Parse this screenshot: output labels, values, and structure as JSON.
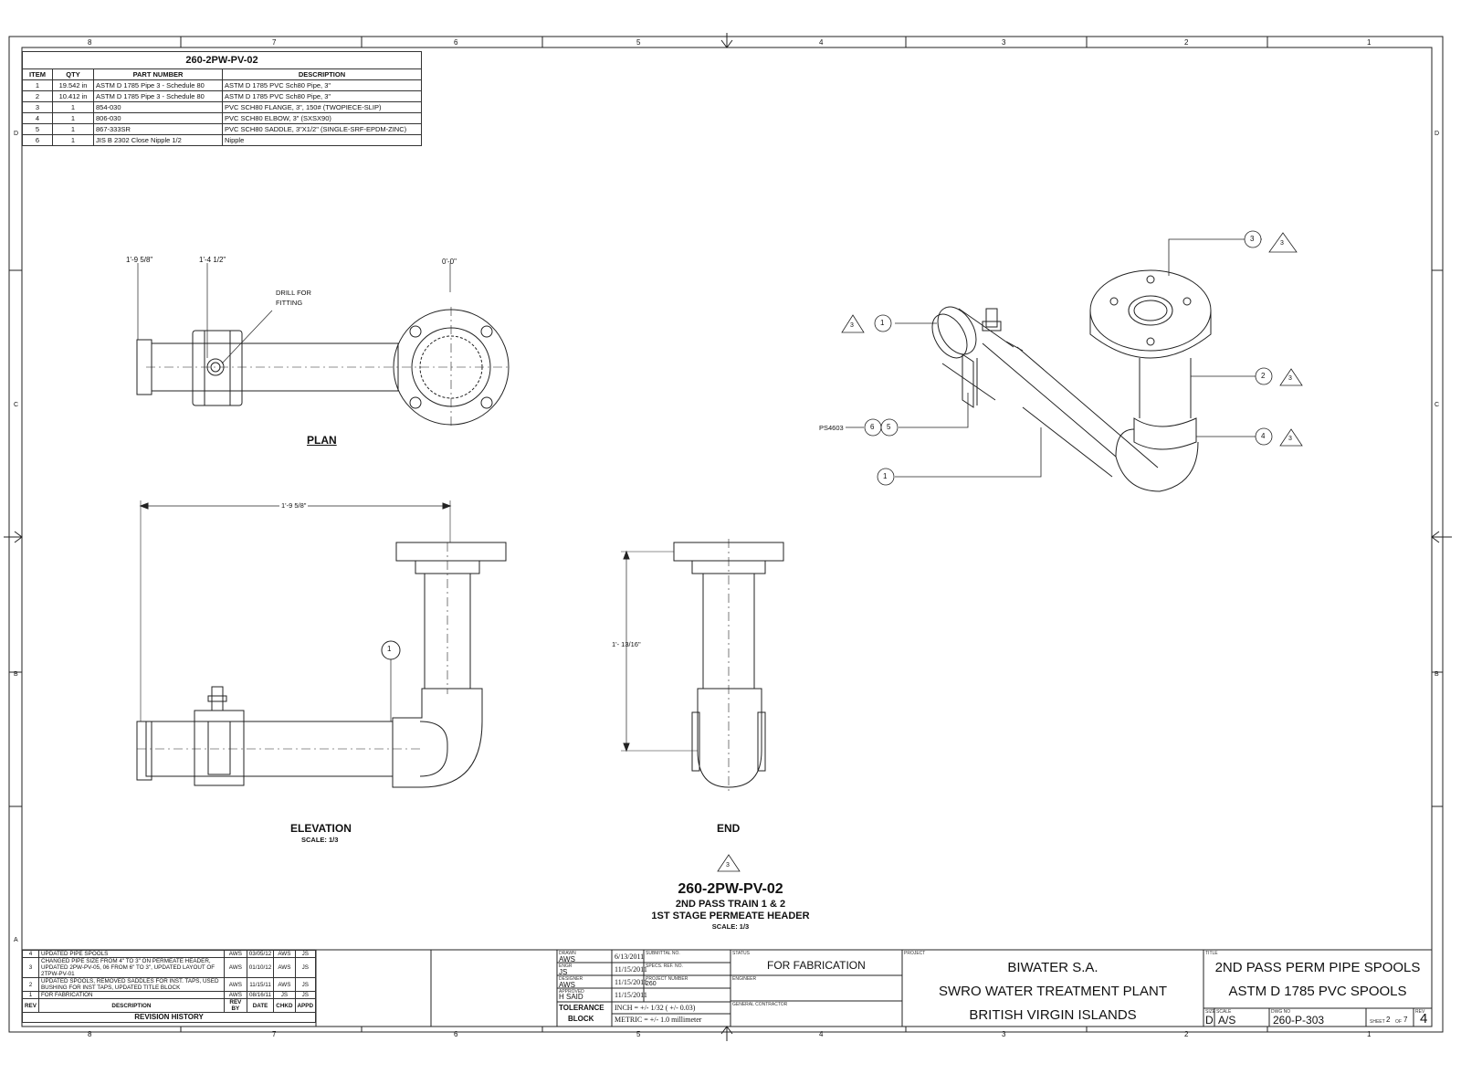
{
  "zones": {
    "columns": [
      "8",
      "7",
      "6",
      "5",
      "4",
      "3",
      "2",
      "1"
    ],
    "rows": [
      "D",
      "C",
      "B",
      "A"
    ]
  },
  "bom": {
    "title": "260-2PW-PV-02",
    "headers": [
      "ITEM",
      "QTY",
      "PART NUMBER",
      "DESCRIPTION"
    ],
    "rows": [
      {
        "item": "1",
        "qty": "19.542 in",
        "part": "ASTM D 1785 Pipe 3 - Schedule 80",
        "desc": "ASTM D 1785 PVC Sch80 Pipe, 3\""
      },
      {
        "item": "2",
        "qty": "10.412 in",
        "part": "ASTM D 1785 Pipe 3 - Schedule 80",
        "desc": "ASTM D 1785 PVC Sch80 Pipe, 3\""
      },
      {
        "item": "3",
        "qty": "1",
        "part": "854-030",
        "desc": "PVC SCH80 FLANGE, 3\", 150# (TWOPIECE-SLIP)"
      },
      {
        "item": "4",
        "qty": "1",
        "part": "806-030",
        "desc": "PVC SCH80 ELBOW, 3\" (SXSX90)"
      },
      {
        "item": "5",
        "qty": "1",
        "part": "867-333SR",
        "desc": "PVC SCH80 SADDLE, 3\"X1/2\" (SINGLE-SRF-EPDM-ZINC)"
      },
      {
        "item": "6",
        "qty": "1",
        "part": "JIS B 2302 Close Nipple 1/2",
        "desc": "Nipple"
      }
    ]
  },
  "plan": {
    "dim1": "1'-9 5/8\"",
    "dim2": "1'-4 1/2\"",
    "dim3": "0'-0\"",
    "note_line1": "DRILL FOR",
    "note_line2": "FITTING",
    "label": "PLAN"
  },
  "elevation": {
    "dim": "1'-9 5/8\"",
    "balloon": "1",
    "label": "ELEVATION",
    "scale": "SCALE: 1/3"
  },
  "end_view": {
    "dim": "1'- 13/16\"",
    "label": "END"
  },
  "iso": {
    "callouts": [
      {
        "item": "3",
        "rev": "3"
      },
      {
        "item": "1",
        "rev": "3"
      },
      {
        "item": "2",
        "rev": "3"
      },
      {
        "item": "4",
        "rev": "3"
      },
      {
        "item_a": "6",
        "item_b": "5",
        "tag": "PS4603"
      },
      {
        "item": "1"
      }
    ]
  },
  "center_title": {
    "rev_mark": "3",
    "spool_id": "260-2PW-PV-02",
    "line2": "2ND PASS TRAIN 1 & 2",
    "line3": "1ST STAGE PERMEATE HEADER",
    "scale": "SCALE: 1/3"
  },
  "revisions": {
    "rows": [
      {
        "rev": "4",
        "desc": "UPDATED PIPE SPOOLS",
        "by": "AWS",
        "date": "03/05/12",
        "chkd": "AWS",
        "appd": "JS"
      },
      {
        "rev": "3",
        "desc": "CHANGED PIPE SIZE FROM 4\" TO 3\" ON PERMEATE HEADER, UPDATED 2PW-PV-05, 06 FROM 6\" TO 3\", UPDATED LAYOUT OF 2TPW-PV-01",
        "by": "AWS",
        "date": "01/10/12",
        "chkd": "AWS",
        "appd": "JS"
      },
      {
        "rev": "2",
        "desc": "UPDATED SPOOLS, REMOVED SADDLES FOR INST. TAPS, USED BUSHING FOR INST TAPS, UPDATED TITLE BLOCK",
        "by": "AWS",
        "date": "11/15/11",
        "chkd": "AWS",
        "appd": "JS"
      },
      {
        "rev": "1",
        "desc": "FOR FABRICATION",
        "by": "AWS",
        "date": "08/16/11",
        "chkd": "JS",
        "appd": "JS"
      }
    ],
    "headers": {
      "rev": "REV",
      "desc": "DESCRIPTION",
      "by": "REV BY",
      "date": "DATE",
      "chkd": "CHKD",
      "appd": "APPD"
    },
    "title": "REVISION HISTORY"
  },
  "signoff": {
    "rows": [
      {
        "role": "DRAWN",
        "who": "AWS",
        "date": "6/13/2011",
        "field": "SUBMITTAL NO.",
        "value": ""
      },
      {
        "role": "ENGR",
        "who": "JS",
        "date": "11/15/2011",
        "field": "SPECS. REF. NO.",
        "value": ""
      },
      {
        "role": "DESIGNER",
        "who": "AWS",
        "date": "11/15/2011",
        "field": "PROJECT NUMBER",
        "value": "260"
      },
      {
        "role": "APPROVED",
        "who": "H SAID",
        "date": "11/15/2011",
        "field": "",
        "value": ""
      }
    ],
    "tolerance_label1": "TOLERANCE",
    "tolerance_label2": "BLOCK",
    "inch": "INCH = +/- 1/32 ( +/- 0.03)",
    "metric": "METRIC = +/- 1.0 millimeter"
  },
  "status": {
    "label": "STATUS",
    "value": "FOR FABRICATION",
    "engineer_label": "ENGINEER",
    "gc_label": "GENERAL CONTRACTOR"
  },
  "project": {
    "label": "PROJECT",
    "line1": "BIWATER S.A.",
    "line2": "SWRO WATER TREATMENT PLANT",
    "line3": "BRITISH VIRGIN ISLANDS"
  },
  "title_block": {
    "label": "TITLE",
    "line1": "2ND PASS PERM PIPE SPOOLS",
    "line2": "ASTM D 1785 PVC SPOOLS",
    "size_label": "SIZE",
    "size": "D",
    "scale_label": "SCALE",
    "scale": "A/S",
    "dwg_label": "DWG NO",
    "dwg_no": "260-P-303",
    "sheet_label": "SHEET",
    "sheet": "2",
    "of_label": "OF",
    "of": "7",
    "rev_label": "REV",
    "rev": "4"
  }
}
